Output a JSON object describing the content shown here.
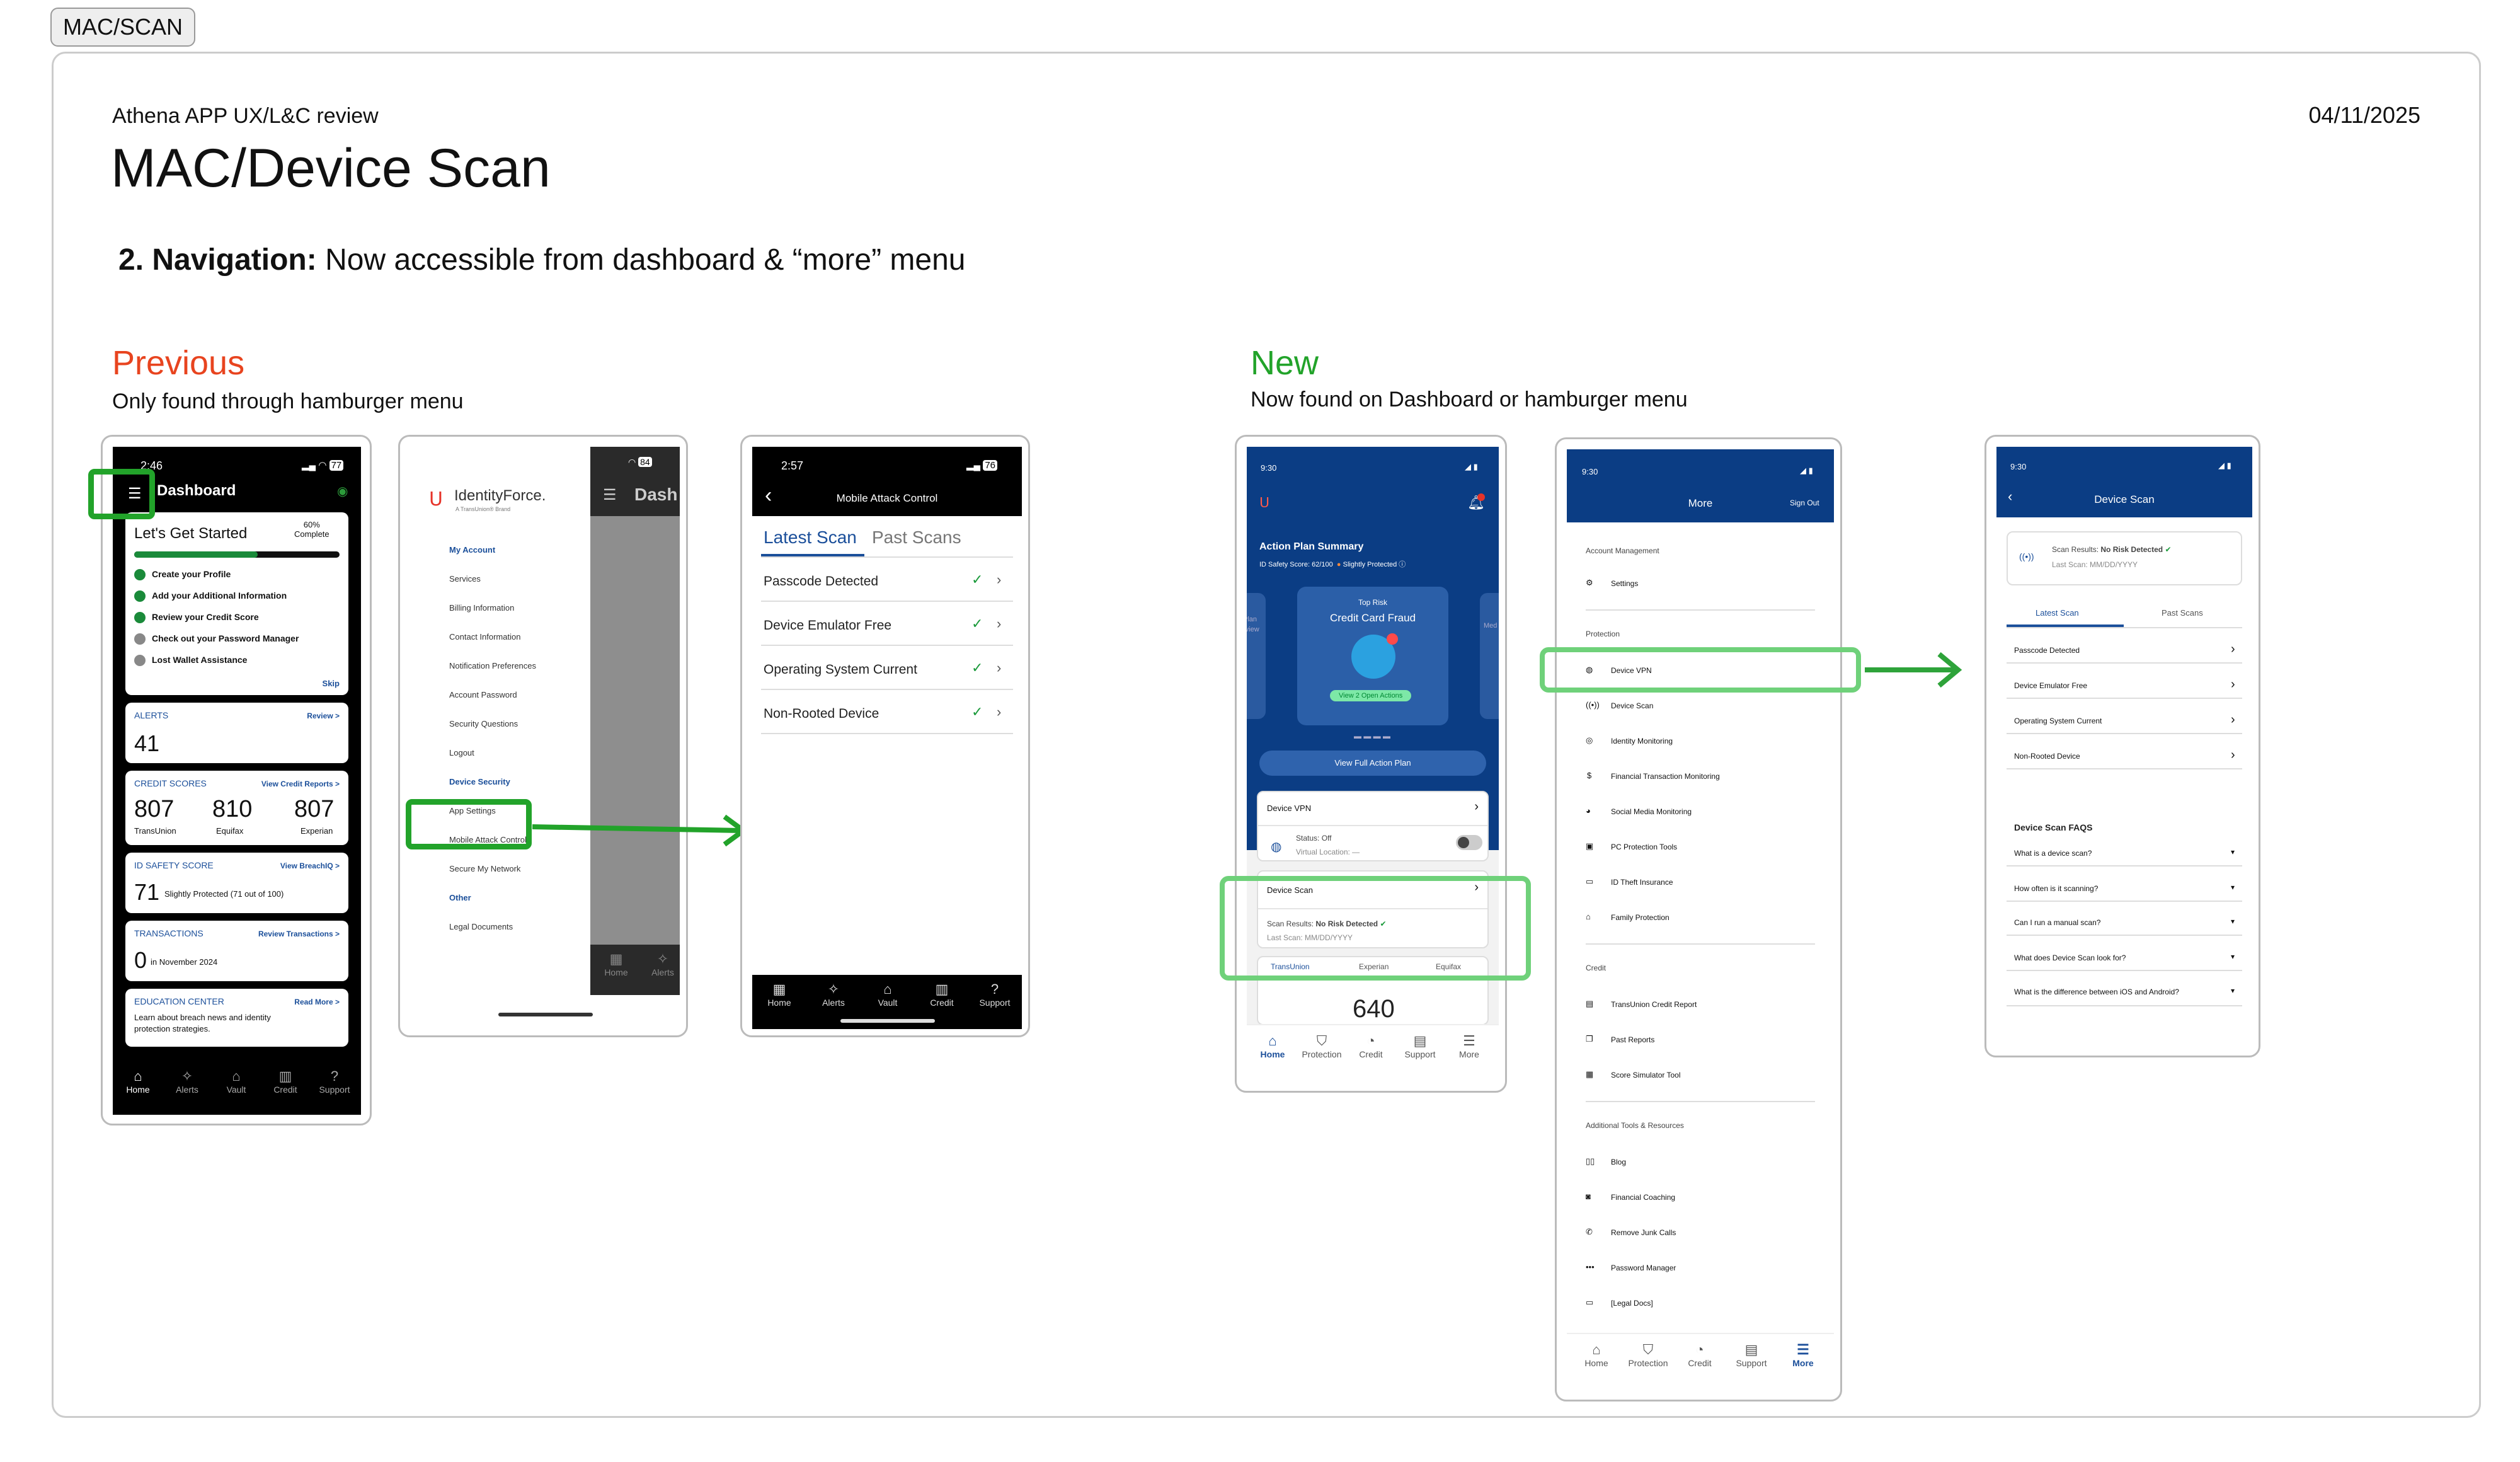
{
  "tag": "MAC/SCAN",
  "header": {
    "subtitle": "Athena APP UX/L&C review",
    "date": "04/11/2025",
    "title": "MAC/Device Scan",
    "nav_num": "2.",
    "nav_bold": "Navigation:",
    "nav_text": "Now accessible from dashboard & “more” menu"
  },
  "previous": {
    "title": "Previous",
    "subtitle": "Only found through hamburger menu"
  },
  "new": {
    "title": "New",
    "subtitle": "Now found on Dashboard or hamburger menu"
  },
  "colors": {
    "previous": "#e8441f",
    "new": "#22a32a",
    "highlight": "#22a32a",
    "navy": "#0b3d84"
  },
  "p1": {
    "time": "2:46",
    "battery": "77",
    "title": "Dashboard",
    "started": "Let's Get Started",
    "pct": "60%",
    "complete": "Complete",
    "tasks": [
      "Create your Profile",
      "Add your Additional Information",
      "Review your Credit Score",
      "Check out your Password Manager",
      "Lost Wallet Assistance"
    ],
    "skip": "Skip",
    "alerts_label": "ALERTS",
    "review": "Review >",
    "alerts_count": "41",
    "cs_label": "CREDIT SCORES",
    "cs_link": "View Credit Reports >",
    "scores": [
      {
        "value": "807",
        "bureau": "TransUnion"
      },
      {
        "value": "810",
        "bureau": "Equifax"
      },
      {
        "value": "807",
        "bureau": "Experian"
      }
    ],
    "id_label": "ID SAFETY SCORE",
    "id_link": "View BreachIQ >",
    "id_value": "71",
    "id_text": "Slightly Protected (71 out of 100)",
    "tx_label": "TRANSACTIONS",
    "tx_link": "Review Transactions >",
    "tx_value": "0",
    "tx_text": "in November 2024",
    "edu_label": "EDUCATION CENTER",
    "edu_link": "Read More >",
    "edu_text1": "Learn about breach news and identity",
    "edu_text2": "protection strategies.",
    "tabs": [
      "Home",
      "Alerts",
      "Vault",
      "Credit",
      "Support"
    ]
  },
  "p2": {
    "battery": "84",
    "logo": "IdentityForce.",
    "logo_sub": "A TransUnion® Brand",
    "dash": "Dash",
    "my_account": "My Account",
    "items1": [
      "Services",
      "Billing Information",
      "Contact Information",
      "Notification Preferences",
      "Account Password",
      "Security Questions",
      "Logout"
    ],
    "device_security": "Device Security",
    "app_settings": "App Settings",
    "mac": "Mobile Attack Control",
    "secure": "Secure My Network",
    "other": "Other",
    "legal": "Legal Documents",
    "tabs": [
      "Home",
      "Alerts"
    ]
  },
  "p3": {
    "time": "2:57",
    "battery": "76",
    "title": "Mobile Attack Control",
    "tab_latest": "Latest Scan",
    "tab_past": "Past Scans",
    "items": [
      "Passcode Detected",
      "Device Emulator Free",
      "Operating System Current",
      "Non-Rooted Device"
    ],
    "tabs": [
      "Home",
      "Alerts",
      "Vault",
      "Credit",
      "Support"
    ]
  },
  "n1": {
    "time": "9:30",
    "summary": "Action Plan Summary",
    "safety": "ID Safety Score: 62/100",
    "slightly": "Slightly Protected",
    "risk_top": "Top Risk",
    "risk": "Credit Card Fraud",
    "open": "View 2 Open Actions",
    "plan_side": "Plan",
    "review_side": "rview",
    "med_side": "Med",
    "view_plan": "View Full Action Plan",
    "vpn": "Device VPN",
    "status": "Status: Off",
    "location": "Virtual Location: —",
    "scan": "Device Scan",
    "scan_results": "Scan Results:",
    "no_risk": "No Risk Detected",
    "last_scan": "Last Scan: MM/DD/YYYY",
    "bureaus": [
      "TransUnion",
      "Experian",
      "Equifax"
    ],
    "score": "640",
    "tabs": [
      "Home",
      "Protection",
      "Credit",
      "Support",
      "More"
    ]
  },
  "n2": {
    "time": "9:30",
    "title": "More",
    "signout": "Sign Out",
    "sec1": "Account Management",
    "settings": "Settings",
    "sec2": "Protection",
    "protection": [
      "Device VPN",
      "Device Scan",
      "Identity Monitoring",
      "Financial Transaction Monitoring",
      "Social Media Monitoring",
      "PC Protection Tools",
      "ID Theft Insurance",
      "Family Protection"
    ],
    "sec3": "Credit",
    "credit": [
      "TransUnion Credit Report",
      "Past Reports",
      "Score Simulator Tool"
    ],
    "sec4": "Additional Tools & Resources",
    "tools": [
      "Blog",
      "Financial Coaching",
      "Remove Junk Calls",
      "Password Manager",
      "[Legal Docs]"
    ],
    "tabs": [
      "Home",
      "Protection",
      "Credit",
      "Support",
      "More"
    ]
  },
  "n3": {
    "time": "9:30",
    "title": "Device Scan",
    "scan_results": "Scan Results:",
    "no_risk": "No Risk Detected",
    "last_scan": "Last Scan: MM/DD/YYYY",
    "tab_latest": "Latest Scan",
    "tab_past": "Past Scans",
    "items": [
      "Passcode Detected",
      "Device Emulator Free",
      "Operating System Current",
      "Non-Rooted Device"
    ],
    "faq_title": "Device Scan FAQS",
    "faqs": [
      "What is a device scan?",
      "How often is it scanning?",
      "Can I run a manual scan?",
      "What does Device Scan look for?",
      "What is the difference between iOS and Android?"
    ]
  }
}
